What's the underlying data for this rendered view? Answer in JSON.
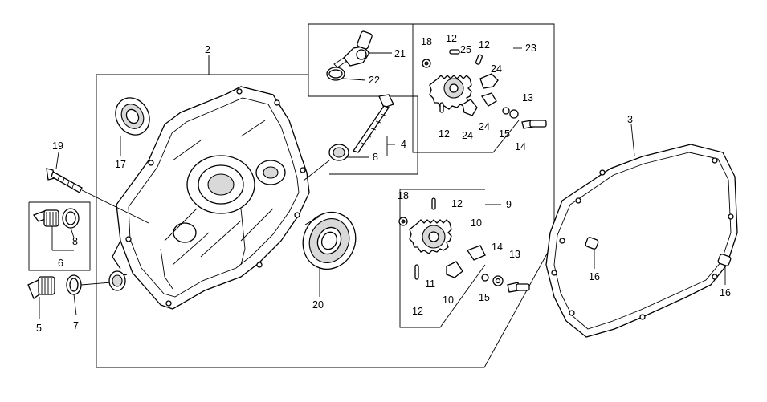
{
  "callouts": {
    "c2": "2",
    "c3": "3",
    "c4": "4",
    "c5": "5",
    "c6": "6",
    "c7": "7",
    "c8a": "8",
    "c8b": "8",
    "c9": "9",
    "c10a": "10",
    "c10b": "10",
    "c11": "11",
    "c12a": "12",
    "c12b": "12",
    "c12c": "12",
    "c12d": "12",
    "c12e": "12",
    "c13a": "13",
    "c13b": "13",
    "c14a": "14",
    "c14b": "14",
    "c15a": "15",
    "c15b": "15",
    "c16a": "16",
    "c16b": "16",
    "c17": "17",
    "c18a": "18",
    "c18b": "18",
    "c19": "19",
    "c20": "20",
    "c21": "21",
    "c22": "22",
    "c23": "23",
    "c24a": "24",
    "c24b": "24",
    "c24c": "24",
    "c25": "25"
  }
}
